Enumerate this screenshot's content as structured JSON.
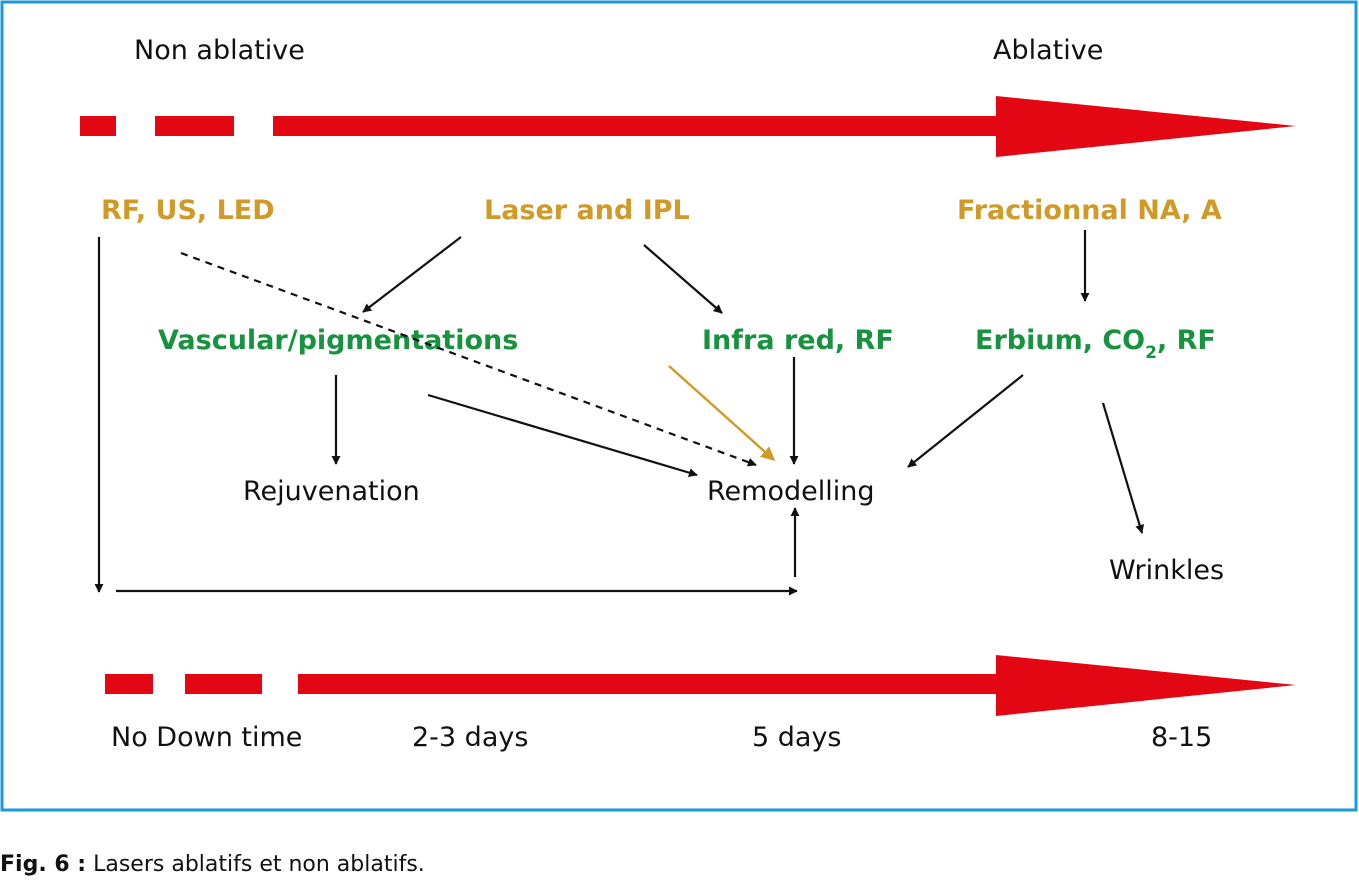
{
  "colors": {
    "frame": "#1a9ad6",
    "timeline": "#e30613",
    "gold_label": "#d09a28",
    "green_label": "#17923e",
    "gold_arrow": "#d09a28",
    "arrow": "#111111"
  },
  "top_axis": {
    "left_label": "Non ablative",
    "right_label": "Ablative"
  },
  "bottom_axis": {
    "labels": [
      "No Down time",
      "2-3 days",
      "5 days",
      "8-15"
    ]
  },
  "sources": {
    "rf_us_led": "RF, US, LED",
    "laser_ipl": "Laser and IPL",
    "fractional": "Fractionnal NA, A"
  },
  "technologies": {
    "vascular": "Vascular/pigmentations",
    "infrared": "Infra red, RF",
    "erbium_prefix": "Erbium, CO",
    "erbium_sub": "2",
    "erbium_suffix": ", RF"
  },
  "outcomes": {
    "rejuvenation": "Rejuvenation",
    "remodelling": "Remodelling",
    "wrinkles": "Wrinkles"
  },
  "caption": {
    "fig_label": "Fig. 6 :",
    "text": " Lasers ablatifs et non ablatifs."
  }
}
